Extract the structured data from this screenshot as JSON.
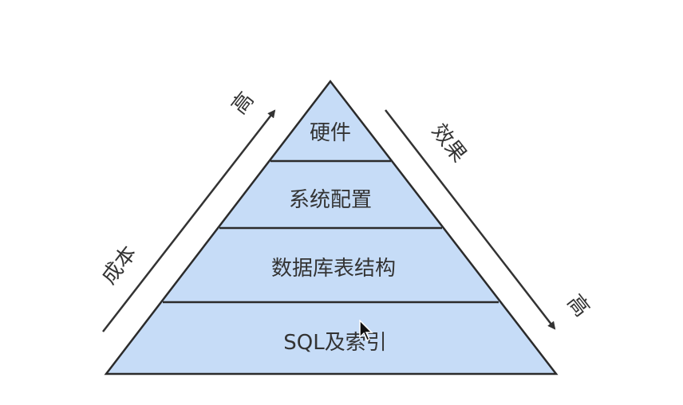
{
  "diagram": {
    "layers": [
      {
        "label": "硬件"
      },
      {
        "label": "系统配置"
      },
      {
        "label": "数据库表结构"
      },
      {
        "label": "SQL及索引"
      }
    ],
    "left_axis": {
      "label_top": "高",
      "label_bottom": "成本"
    },
    "right_axis": {
      "label_top": "效果",
      "label_bottom": "高"
    },
    "colors": {
      "fill": "#c6dcf7",
      "stroke": "#2b2b2b"
    }
  }
}
